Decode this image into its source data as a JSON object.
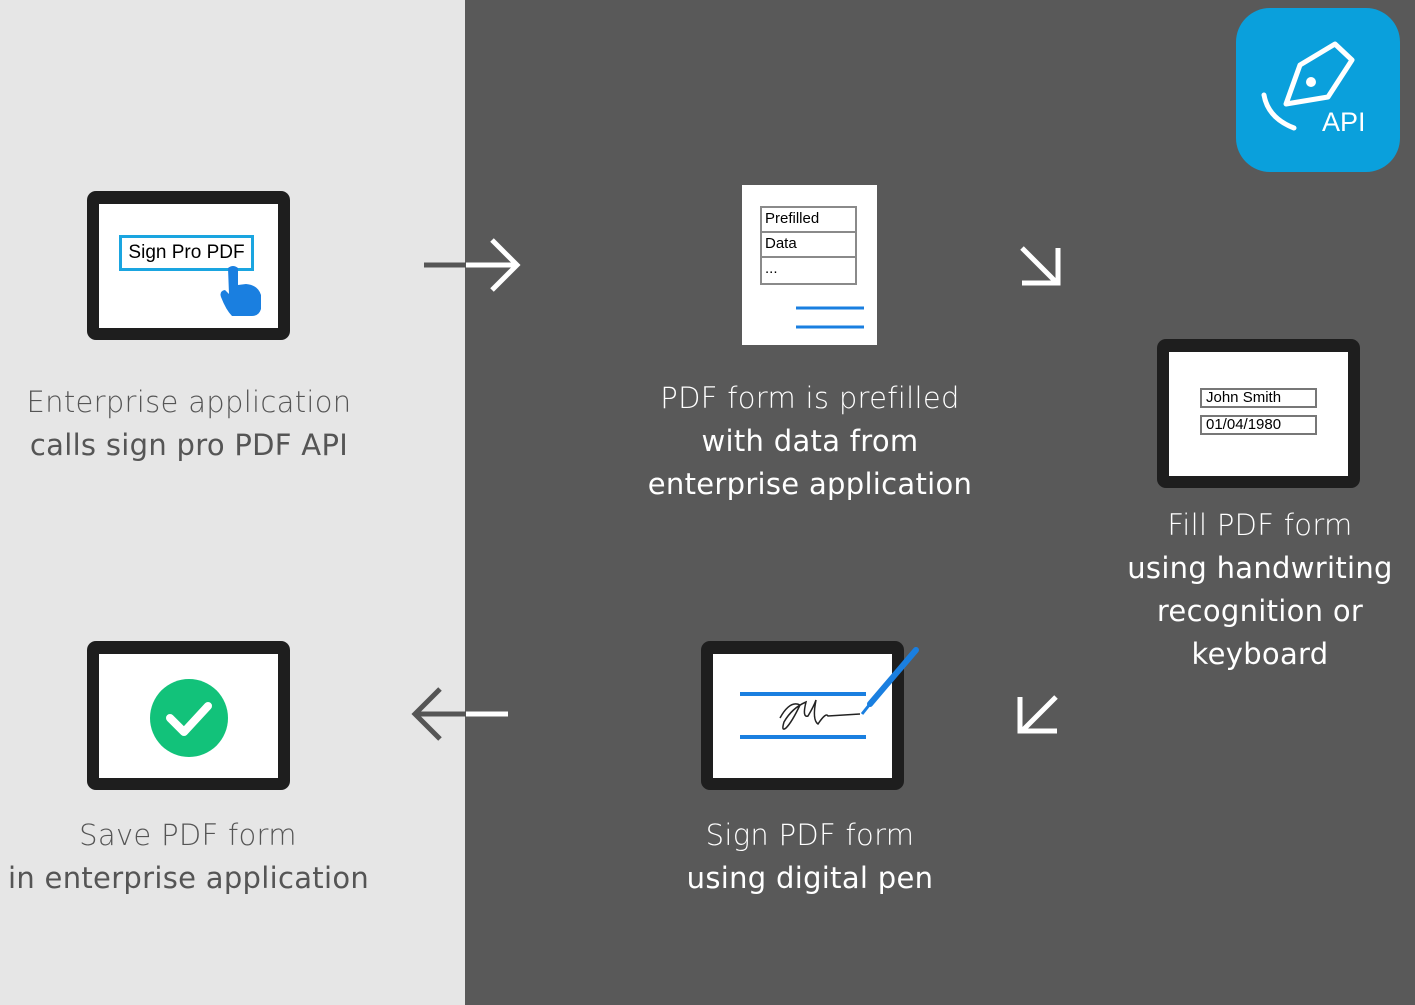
{
  "badge": {
    "label": "API",
    "color": "#0aa0dc"
  },
  "colors": {
    "accent": "#1a7fe0",
    "success": "#12c27a",
    "left_panel": "#e6e6e6",
    "right_panel": "#595959"
  },
  "steps": {
    "call": {
      "button_label": "Sign Pro PDF",
      "caption_line1": "Enterprise application",
      "caption_line2": "calls sign pro PDF API"
    },
    "prefill": {
      "rows": [
        "Prefilled",
        "Data",
        "..."
      ],
      "caption_line1": "PDF form is prefilled",
      "caption_line2": "with data from",
      "caption_line3": "enterprise application"
    },
    "fill": {
      "field_name": "John Smith",
      "field_date": "01/04/1980",
      "caption_line1": "Fill PDF form",
      "caption_line2": "using handwriting",
      "caption_line3": "recognition or",
      "caption_line4": "keyboard"
    },
    "sign": {
      "caption_line1": "Sign PDF form",
      "caption_line2": "using digital pen"
    },
    "save": {
      "caption_line1": "Save PDF form",
      "caption_line2": "in enterprise application"
    }
  },
  "icons": [
    "hand-pointer-icon",
    "pen-nib-icon",
    "check-circle-icon",
    "signature-icon",
    "digital-pen-icon",
    "arrow-right-icon",
    "arrow-down-right-icon",
    "arrow-down-left-icon",
    "arrow-left-icon"
  ]
}
